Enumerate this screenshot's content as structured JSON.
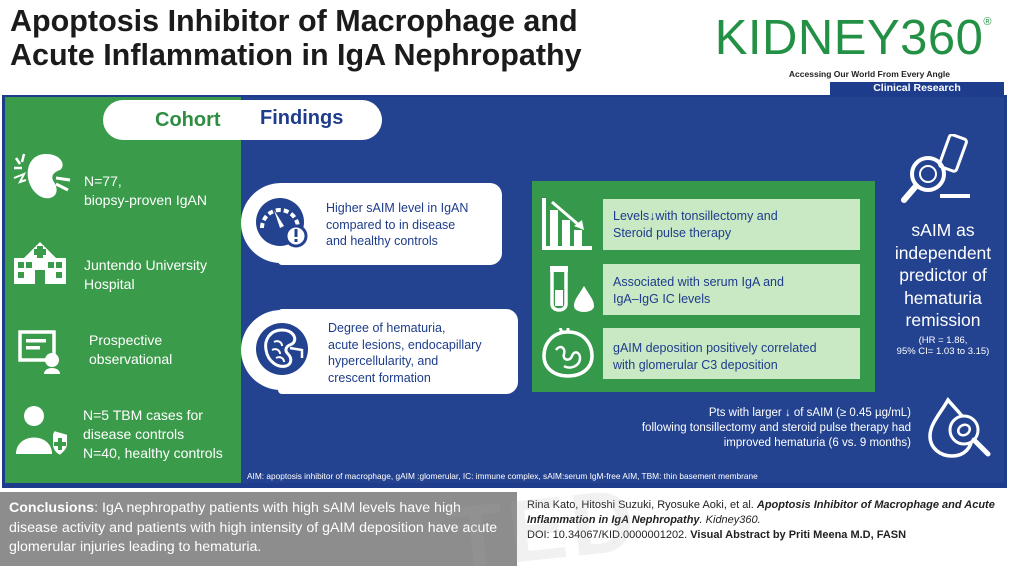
{
  "header": {
    "title_line1": "Apoptosis Inhibitor of Macrophage and",
    "title_line2": "Acute Inflammation in IgA Nephropathy"
  },
  "brand": {
    "name": "KIDNEY360",
    "reg_mark": "®",
    "tagline": "Accessing Our World From Every Angle",
    "badge": "Clinical Research"
  },
  "tabs": {
    "cohort": "Cohort",
    "findings": "Findings"
  },
  "cohort": {
    "items": [
      {
        "icon": "kidney-icon",
        "lines": [
          "N=77,",
          "biopsy-proven IgAN"
        ]
      },
      {
        "icon": "hospital-icon",
        "lines": [
          "Juntendo University",
          "Hospital"
        ]
      },
      {
        "icon": "certificate-icon",
        "lines": [
          "Prospective",
          "observational"
        ]
      },
      {
        "icon": "patients-icon",
        "lines": [
          "N=5 TBM cases for",
          "disease controls",
          "N=40, healthy controls"
        ]
      }
    ]
  },
  "findings": {
    "cards": [
      {
        "icon": "gauge-alert-icon",
        "lines": [
          "Higher sAIM level in IgAN",
          "compared to in disease",
          "and healthy controls"
        ]
      },
      {
        "icon": "kidney-cross-section-icon",
        "lines": [
          "Degree of hematuria,",
          "acute lesions, endocapillary",
          "hypercellularity, and",
          "crescent formation"
        ]
      }
    ],
    "green": [
      {
        "icon": "declining-bar-chart-icon",
        "lines": [
          "Levels↓with tonsillectomy and",
          "Steroid pulse therapy"
        ]
      },
      {
        "icon": "blood-tube-icon",
        "lines": [
          "Associated with serum IgA and",
          "IgA–IgG IC levels"
        ]
      },
      {
        "icon": "glomerulus-icon",
        "lines": [
          "gAIM deposition positively correlated",
          "with glomerular C3 deposition"
        ]
      }
    ],
    "side": {
      "icon": "microscope-search-icon",
      "lines": [
        "sAIM as",
        "independent",
        "predictor of",
        "hematuria",
        "remission"
      ],
      "stats": [
        "(HR = 1.86,",
        "95% CI= 1.03 to 3.15)"
      ]
    },
    "pts": {
      "icon": "blood-drop-cell-icon",
      "line1_pre": "Pts with larger ",
      "line1_arrow": "↓",
      "line1_post": " of sAIM (≥ 0.45 µg/mL)",
      "line2": "following tonsillectomy and steroid pulse therapy had",
      "line3": "improved hematuria (6 vs. 9 months)"
    },
    "abbreviations": "AIM: apoptosis inhibitor of macrophage, gAIM :glomerular, IC:  immune complex,  sAIM:serum IgM-free AIM, TBM: thin basement membrane"
  },
  "conclusion": {
    "label": "Conclusions",
    "text": ": IgA nephropathy patients with high sAIM levels have high disease activity and patients with high intensity of gAIM deposition have acute glomerular injuries leading to hematuria."
  },
  "citation": {
    "authors": "Rina Kato, Hitoshi Suzuki, Ryosuke Aoki, et al. ",
    "article": "Apoptosis Inhibitor of Macrophage and Acute Inflammation in IgA Nephropathy",
    "journal": ". Kidney360.",
    "doi": "DOI: 10.34067/KID.0000001202. ",
    "credit": "Visual Abstract by Priti Meena M.D, FASN"
  },
  "watermark": "TED",
  "colors": {
    "navy": "#23428f",
    "green": "#3a9b4a",
    "light_green": "#c9e8c4",
    "brand_green": "#239145",
    "gray": "#8d8d8d"
  }
}
